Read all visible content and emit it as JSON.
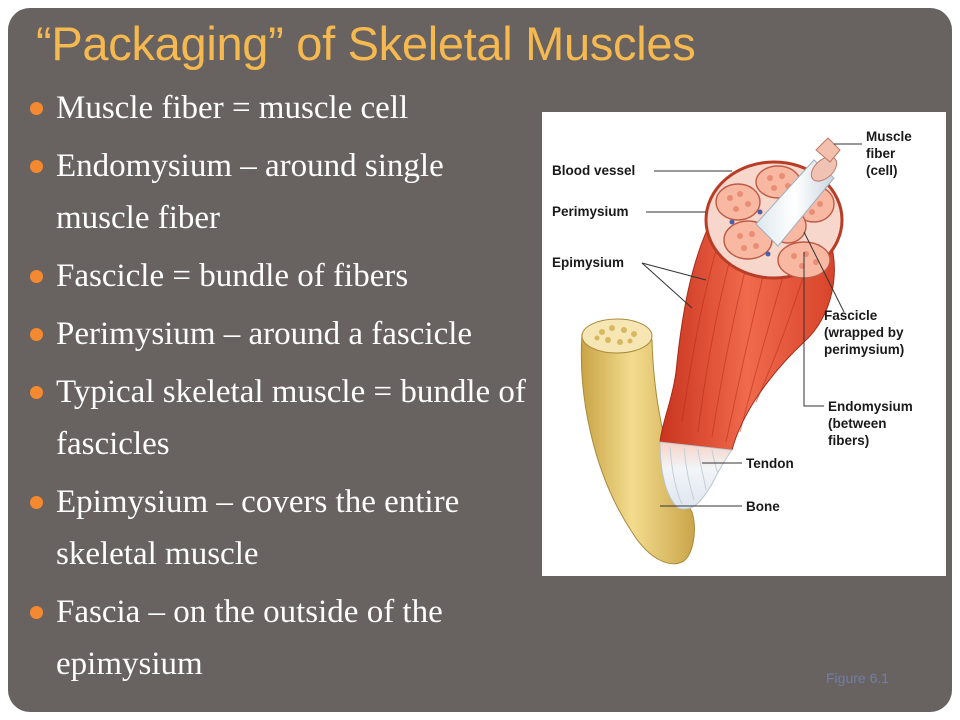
{
  "title": "“Packaging” of Skeletal Muscles",
  "bullets": [
    "Muscle fiber = muscle cell",
    "Endomysium – around single muscle fiber",
    "Fascicle = bundle of fibers",
    "Perimysium – around a fascicle",
    "Typical skeletal muscle = bundle of fascicles",
    "Epimysium – covers the entire skeletal muscle",
    "Fascia – on the outside of the epimysium"
  ],
  "figure": {
    "labels": {
      "blood_vessel": "Blood vessel",
      "perimysium": "Perimysium",
      "epimysium": "Epimysium",
      "muscle_fiber": [
        "Muscle",
        "fiber",
        "(cell)"
      ],
      "fascicle": [
        "Fascicle",
        "(wrapped by",
        "perimysium)"
      ],
      "endomysium": [
        "Endomysium",
        "(between",
        "fibers)"
      ],
      "tendon": "Tendon",
      "bone": "Bone"
    },
    "reference": "Figure 6.1"
  },
  "colors": {
    "title": "#f5b94f",
    "bullet_dot": "#f4892f",
    "background": "#686261",
    "muscle": "#e8553a",
    "bone": "#e6c86e",
    "tendon": "#eef2f6"
  }
}
